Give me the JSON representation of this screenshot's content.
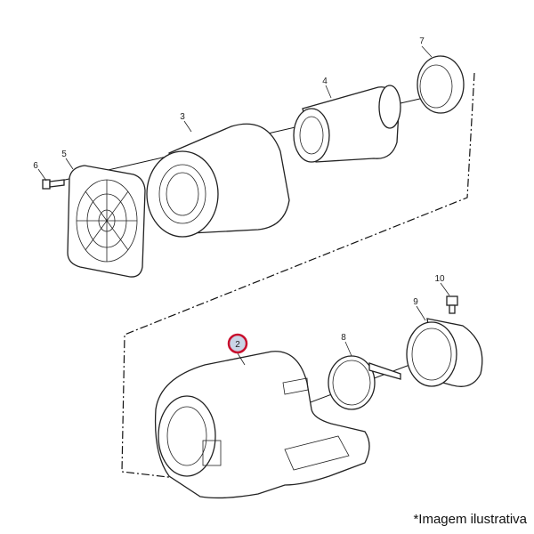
{
  "diagram": {
    "callouts": [
      {
        "id": "2",
        "label": "2",
        "highlighted": true
      },
      {
        "id": "3",
        "label": "3"
      },
      {
        "id": "4",
        "label": "4"
      },
      {
        "id": "5",
        "label": "5"
      },
      {
        "id": "6",
        "label": "6"
      },
      {
        "id": "7",
        "label": "7"
      },
      {
        "id": "8",
        "label": "8"
      },
      {
        "id": "9",
        "label": "9"
      },
      {
        "id": "10",
        "label": "10"
      }
    ],
    "highlight_color": "#c8102e",
    "highlight_fill": "#c9d4e6"
  },
  "caption": "*Imagem ilustrativa"
}
